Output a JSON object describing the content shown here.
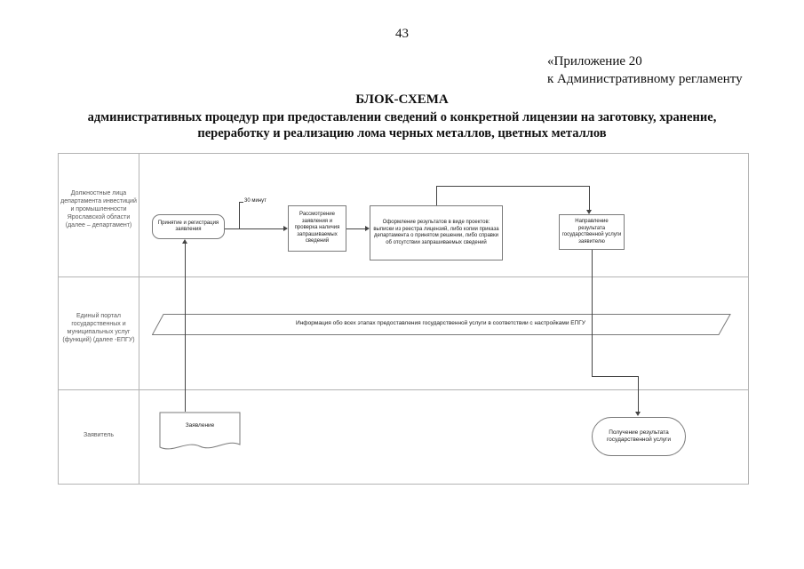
{
  "page": {
    "number": "43",
    "annex": {
      "line1": "«Приложение 20",
      "line2": "к Административному регламенту"
    },
    "title": "БЛОК-СХЕМА",
    "subtitle": "административных процедур при предоставлении сведений о конкретной лицензии на заготовку, хранение, переработку и реализацию лома черных металлов, цветных металлов"
  },
  "diagram": {
    "lanes": [
      {
        "label": "Должностные лица департамента инвестиций и промышленности Ярославской области (далее – департамент)"
      },
      {
        "label": "Единый портал государственных и муниципальных услуг (функций) (далее -ЕПГУ)"
      },
      {
        "label": "Заявитель"
      }
    ],
    "nodes": {
      "accept": "Принятие и регистрация заявления",
      "timer": "30 минут",
      "review": "Рассмотрение заявления и проверка наличия запрашиваемых сведений",
      "prepare": "Оформление результатов в виде проектов: выписки из реестра лицензий, либо копии приказа департамента о принятом решении, либо справки об отсутствии запрашиваемых сведений",
      "send": "Направление результата государственной услуги заявителю",
      "portal_banner": "Информация обо всех этапах предоставления государственной услуги в соответствии с настройками ЕПГУ",
      "application": "Заявление",
      "receive": "Получение результата государственной услуги"
    },
    "colors": {
      "connector": "#444444",
      "grid": "#b3b3b3",
      "node_border": "#7a7a7a"
    }
  }
}
